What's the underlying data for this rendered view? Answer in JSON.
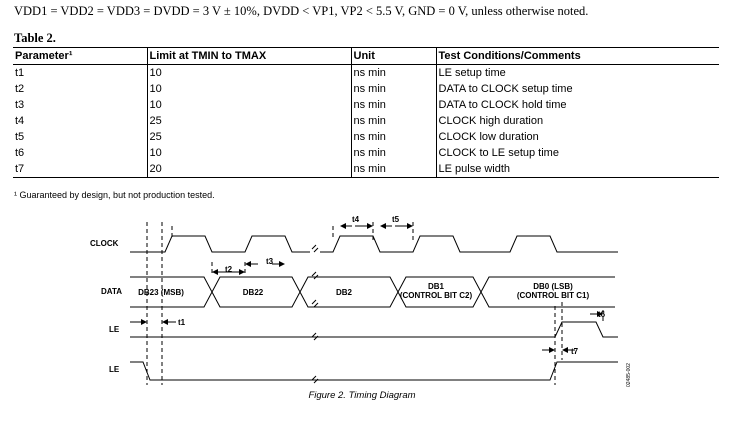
{
  "conditions": "VDD1 = VDD2 = VDD3 = DVDD = 3 V ± 10%, DVDD < VP1, VP2 < 5.5 V, GND = 0 V, unless otherwise noted.",
  "table": {
    "title": "Table 2.",
    "headers": [
      "Parameter¹",
      "Limit at TMIN to TMAX",
      "Unit",
      "Test Conditions/Comments"
    ],
    "rows": [
      [
        "t1",
        "10",
        "ns min",
        "LE setup time"
      ],
      [
        "t2",
        "10",
        "ns min",
        "DATA to CLOCK setup time"
      ],
      [
        "t3",
        "10",
        "ns min",
        "DATA to CLOCK hold time"
      ],
      [
        "t4",
        "25",
        "ns min",
        "CLOCK high duration"
      ],
      [
        "t5",
        "25",
        "ns min",
        "CLOCK low duration"
      ],
      [
        "t6",
        "10",
        "ns min",
        "CLOCK to LE setup time"
      ],
      [
        "t7",
        "20",
        "ns min",
        "LE pulse width"
      ]
    ]
  },
  "footnote": "¹ Guaranteed by design, but not production tested.",
  "diagram": {
    "signals": [
      "CLOCK",
      "DATA",
      "LE",
      "LE"
    ],
    "data_labels": [
      "DB23 (MSB)",
      "DB22",
      "DB2",
      "DB1",
      "(CONTROL BIT C2)",
      "DB0 (LSB)",
      "(CONTROL BIT C1)"
    ],
    "timing_labels": [
      "t1",
      "t2",
      "t3",
      "t4",
      "t5",
      "t6",
      "t7"
    ],
    "caption": "Figure 2. Timing Diagram",
    "doc_code": "02485-002"
  }
}
